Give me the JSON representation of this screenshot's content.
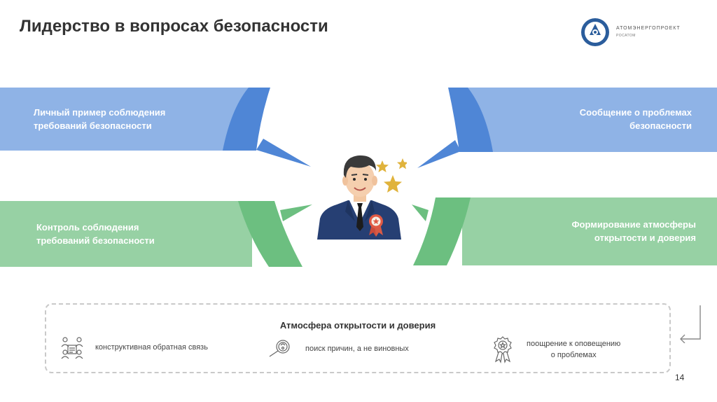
{
  "slide": {
    "title": "Лидерство в вопросах безопасности",
    "page_number": "14"
  },
  "logo": {
    "name": "АТОМЭНЕРГОПРОЕКТ",
    "sub": "РОСАТОМ",
    "icon": "rosatom-logo-icon"
  },
  "bands": [
    {
      "text_line1": "Личный пример соблюдения",
      "text_line2": "требований безопасности",
      "color": "#8fb3e6"
    },
    {
      "text_line1": "Сообщение о проблемах",
      "text_line2": "безопасности",
      "color": "#8fb3e6"
    },
    {
      "text_line1": "Контроль соблюдения",
      "text_line2": "требований безопасности",
      "color": "#97d1a4"
    },
    {
      "text_line1": "Формирование атмосферы",
      "text_line2": "открытости и доверия",
      "color": "#97d1a4"
    }
  ],
  "center_image": {
    "icon": "leader-with-stars-icon"
  },
  "panel": {
    "title": "Атмосфера открытости и доверия",
    "items": [
      {
        "icon": "feedback-people-icon",
        "label": "конструктивная обратная связь"
      },
      {
        "icon": "magnifier-search-icon",
        "label": "поиск причин, а не виновных"
      },
      {
        "icon": "award-medal-icon",
        "label_line1": "поощрение к оповещению",
        "label_line2": "о проблемах"
      }
    ]
  },
  "colors": {
    "blue_band": "#8fb3e6",
    "blue_accent": "#4f86d6",
    "green_band": "#97d1a4",
    "green_accent": "#6cbf80",
    "border": "#c9c9c9"
  }
}
